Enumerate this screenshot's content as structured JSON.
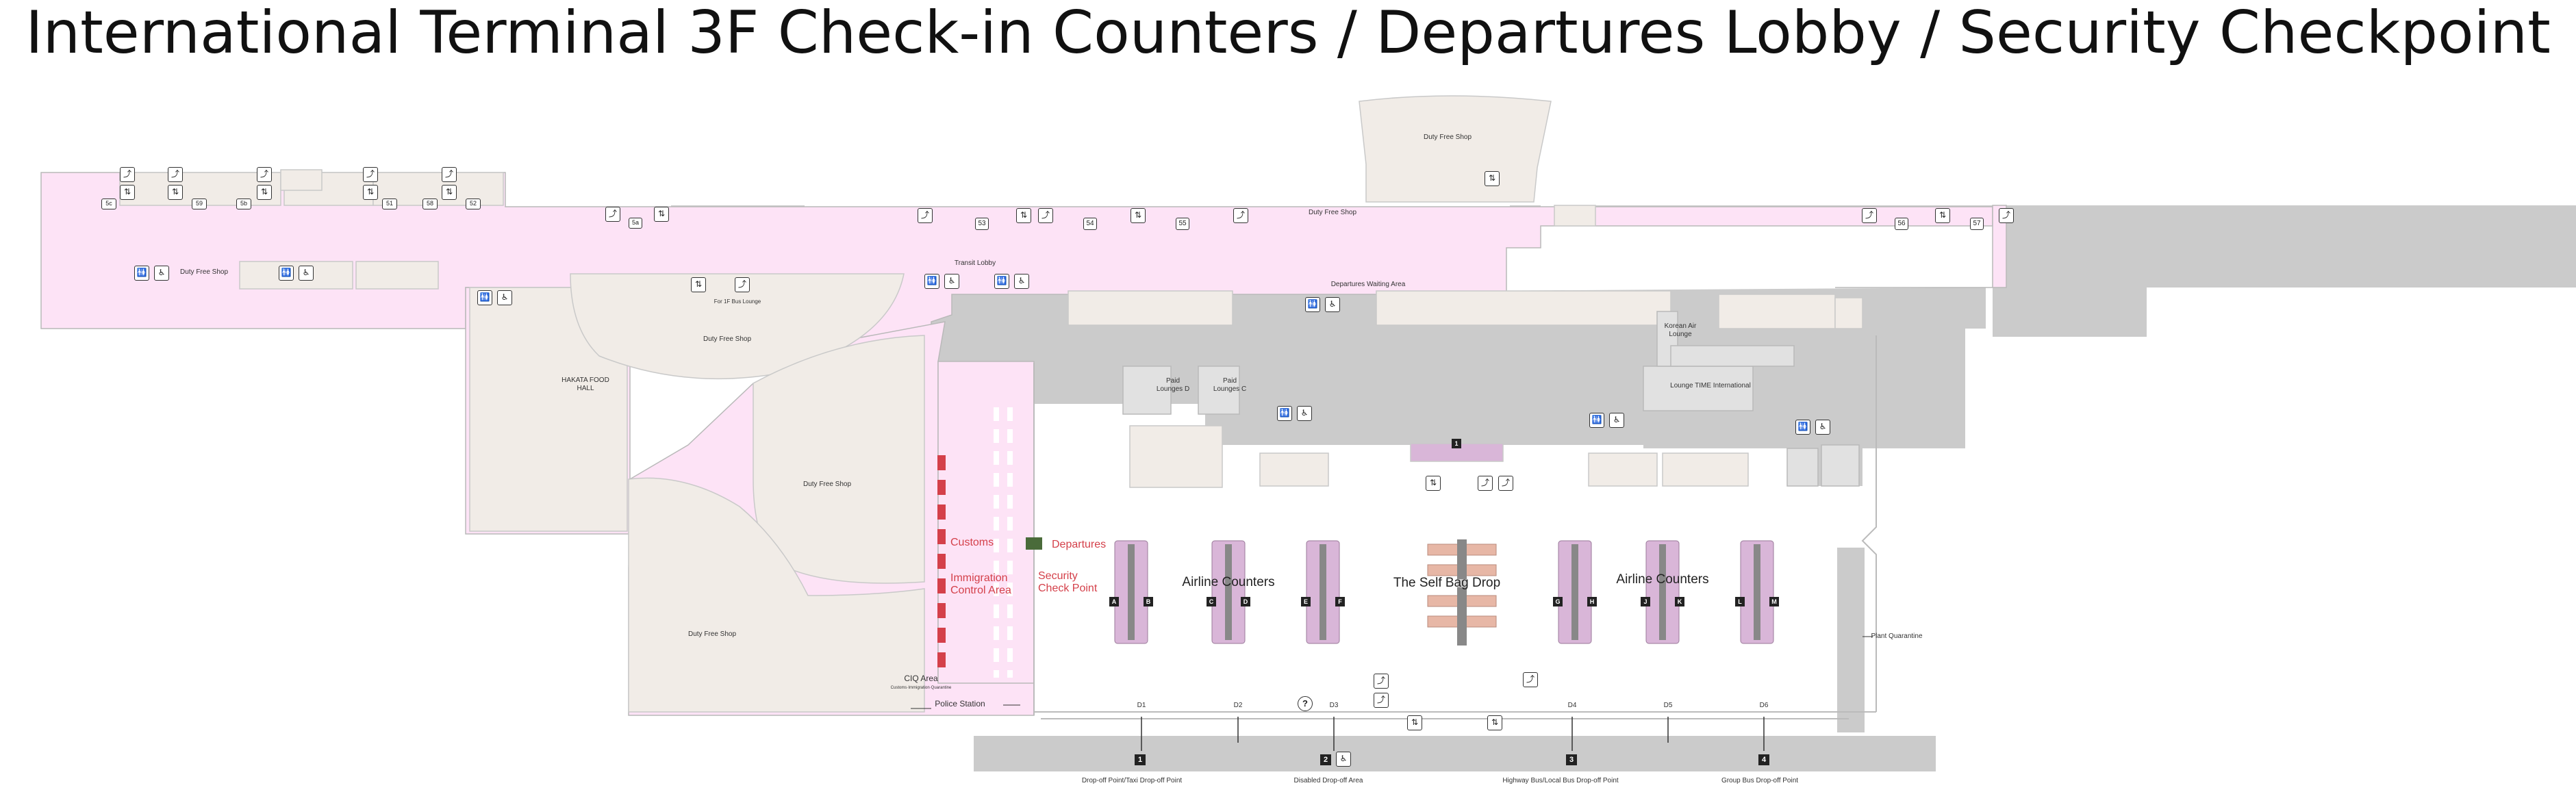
{
  "title": "International Terminal 3F Check-in Counters / Departures Lobby / Security Checkpoint",
  "colors": {
    "pink_area": "#fde3f6",
    "grey_area": "#c9c9c9",
    "beige_area": "#f1ece7",
    "counter_purple": "#d9b6d8",
    "bag_drop_orange": "#e7b7a6",
    "red_accent": "#d4404a"
  },
  "labels": {
    "duty_free_top": "Duty Free Shop",
    "duty_free_corridor": "Duty Free Shop",
    "duty_free_left_strip": "Duty Free Shop",
    "duty_free_round": "Duty Free Shop",
    "duty_free_mid": "Duty Free Shop",
    "duty_free_bottom": "Duty Free Shop",
    "hakata_food_hall": "HAKATA FOOD HALL",
    "transit_lobby": "Transit Lobby",
    "for_1f_bus_lounge": "For 1F Bus Lounge",
    "departures_waiting_area": "Departures Waiting Area",
    "korean_air_lounge": "Korean Air Lounge",
    "lounge_time_international": "Lounge TIME International",
    "paid_lounges_d": "Paid Lounges D",
    "paid_lounges_c": "Paid Lounges C",
    "customs": "Customs",
    "immigration": "Immigration Control Area",
    "departures": "Departures",
    "security_check_point": "Security Check Point",
    "airline_counters_1": "Airline Counters",
    "airline_counters_2": "Airline Counters",
    "self_bag_drop": "The Self Bag Drop",
    "plant_quarantine": "Plant Quarantine",
    "ciq_area": "CIQ Area",
    "ciq_sub": "Customs·Immigration·Quarantine",
    "police_station": "Police Station",
    "drop_off_1": "Drop-off Point/Taxi Drop-off Point",
    "drop_off_2": "Disabled Drop-off Area",
    "drop_off_3": "Highway Bus/Local Bus Drop-off Point",
    "drop_off_4": "Group Bus Drop-off Point"
  },
  "gates": {
    "g51": "51",
    "g52": "52",
    "g53": "53",
    "g54": "54",
    "g55": "55",
    "g56": "56",
    "g57": "57",
    "g58": "58",
    "g59": "59",
    "g5a": "5a",
    "g5b": "5b",
    "g5c": "5c"
  },
  "doors": [
    "D1",
    "D2",
    "D3",
    "D4",
    "D5",
    "D6"
  ],
  "drop_numbers": [
    "1",
    "2",
    "3",
    "4"
  ],
  "counter_letters": [
    "A",
    "B",
    "C",
    "D",
    "E",
    "F",
    "G",
    "H",
    "J",
    "K",
    "L",
    "M"
  ],
  "security_number": "1",
  "icons": {
    "restroom": "🚻",
    "wheelchair": "♿",
    "elevator": "⇅",
    "escalator": "⤴",
    "info": "?"
  }
}
